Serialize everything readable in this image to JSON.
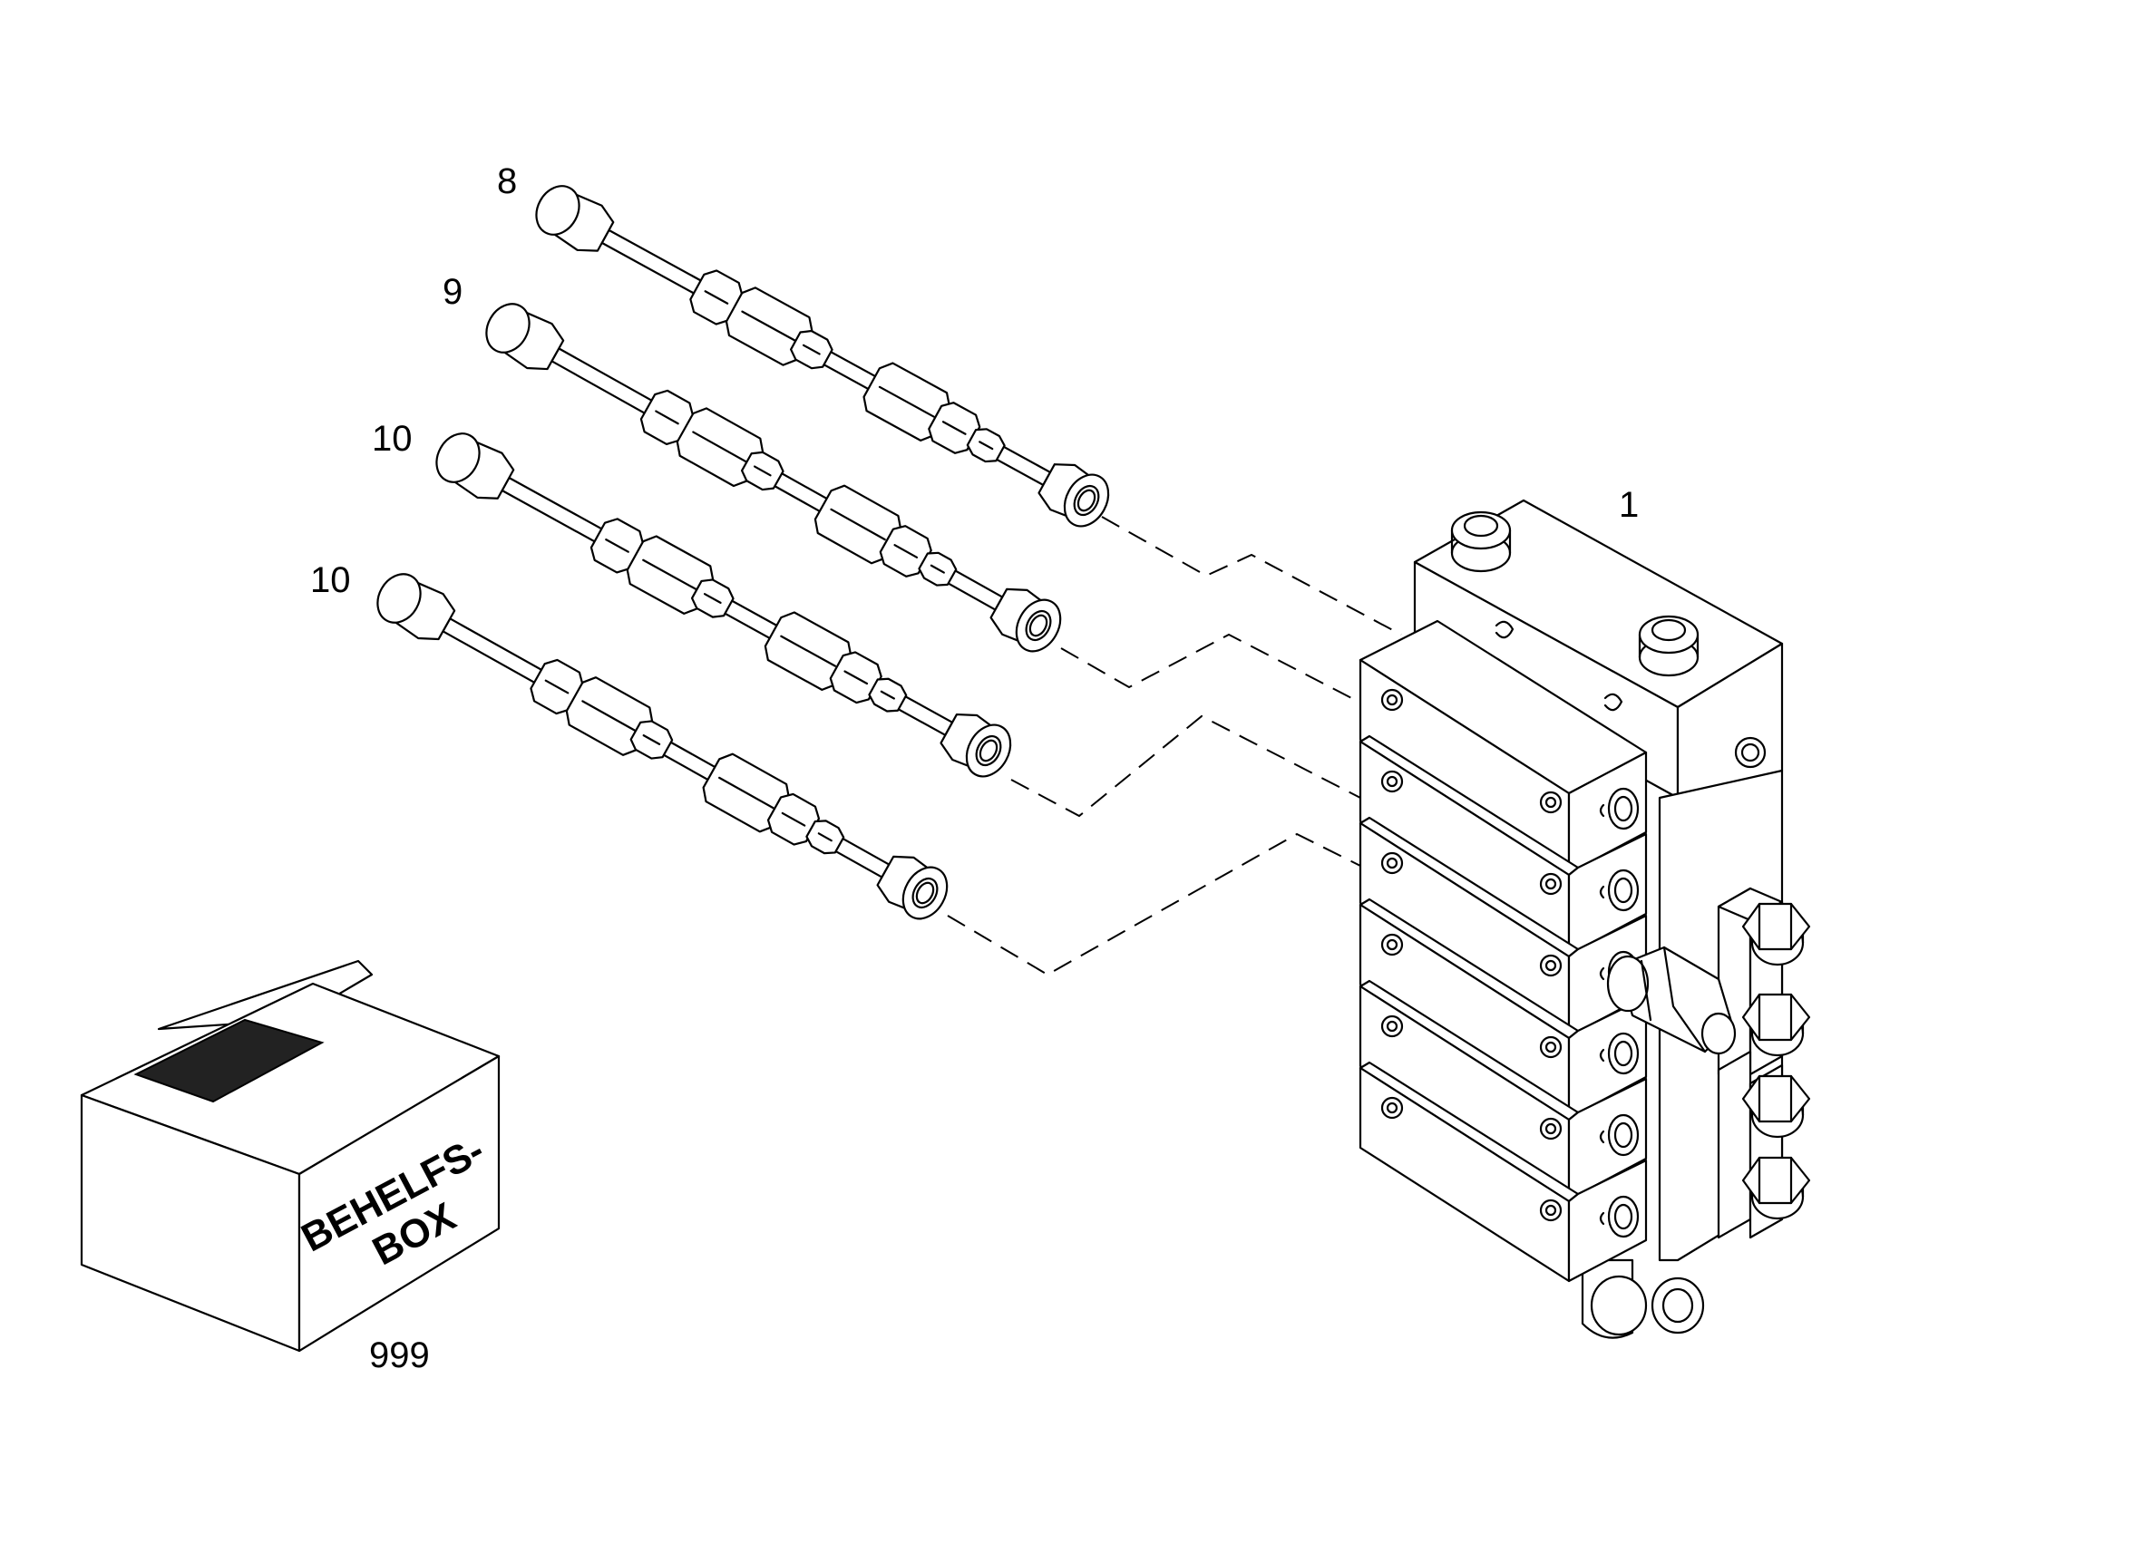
{
  "callouts": {
    "part_1": "1",
    "part_8": "8",
    "part_9": "9",
    "part_10_a": "10",
    "part_10_b": "10",
    "part_999": "999"
  },
  "box": {
    "line1": "BEHELFS-",
    "line2": "BOX"
  },
  "colors": {
    "line": "#000000",
    "background": "#ffffff",
    "tape": "#222222"
  }
}
